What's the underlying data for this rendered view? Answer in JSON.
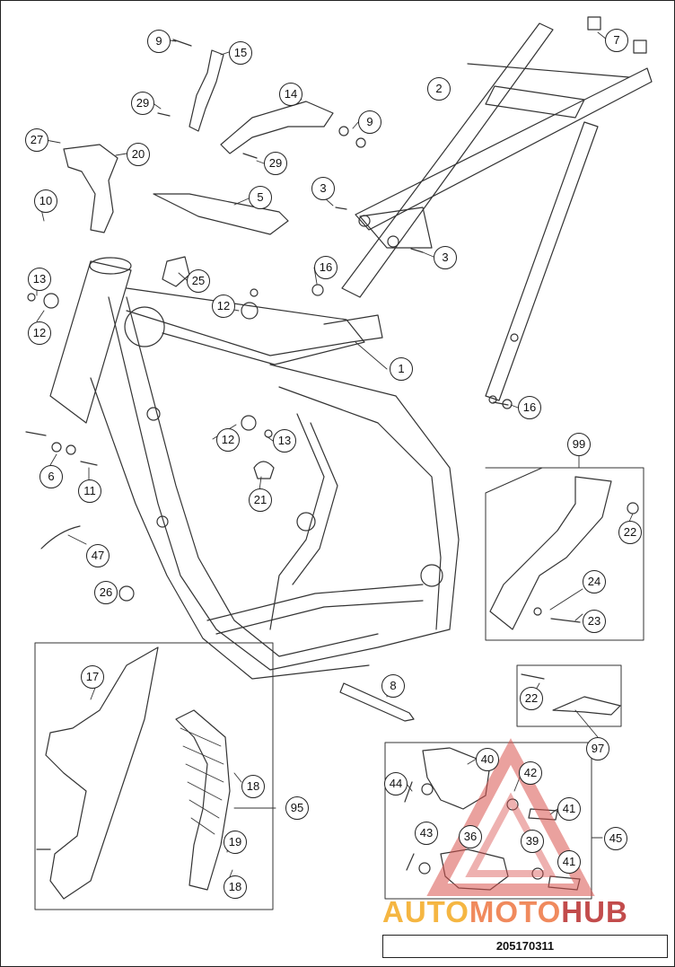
{
  "diagram": {
    "callouts": [
      {
        "id": "c9a",
        "label": "9"
      },
      {
        "id": "c15",
        "label": "15"
      },
      {
        "id": "c29a",
        "label": "29"
      },
      {
        "id": "c27",
        "label": "27"
      },
      {
        "id": "c20",
        "label": "20"
      },
      {
        "id": "c10",
        "label": "10"
      },
      {
        "id": "c14",
        "label": "14"
      },
      {
        "id": "c9b",
        "label": "9"
      },
      {
        "id": "c29b",
        "label": "29"
      },
      {
        "id": "c2",
        "label": "2"
      },
      {
        "id": "c7",
        "label": "7"
      },
      {
        "id": "c3a",
        "label": "3"
      },
      {
        "id": "c3b",
        "label": "3"
      },
      {
        "id": "c5",
        "label": "5"
      },
      {
        "id": "c25",
        "label": "25"
      },
      {
        "id": "c16a",
        "label": "16"
      },
      {
        "id": "c13a",
        "label": "13"
      },
      {
        "id": "c12a",
        "label": "12"
      },
      {
        "id": "c12b",
        "label": "12"
      },
      {
        "id": "c1",
        "label": "1"
      },
      {
        "id": "c16b",
        "label": "16"
      },
      {
        "id": "c12c",
        "label": "12"
      },
      {
        "id": "c13b",
        "label": "13"
      },
      {
        "id": "c6",
        "label": "6"
      },
      {
        "id": "c11",
        "label": "11"
      },
      {
        "id": "c21",
        "label": "21"
      },
      {
        "id": "c99",
        "label": "99"
      },
      {
        "id": "c22a",
        "label": "22"
      },
      {
        "id": "c24",
        "label": "24"
      },
      {
        "id": "c23",
        "label": "23"
      },
      {
        "id": "c47",
        "label": "47"
      },
      {
        "id": "c26",
        "label": "26"
      },
      {
        "id": "c17",
        "label": "17"
      },
      {
        "id": "c8",
        "label": "8"
      },
      {
        "id": "c22b",
        "label": "22"
      },
      {
        "id": "c97",
        "label": "97"
      },
      {
        "id": "c18a",
        "label": "18"
      },
      {
        "id": "c95",
        "label": "95"
      },
      {
        "id": "c19",
        "label": "19"
      },
      {
        "id": "c18b",
        "label": "18"
      },
      {
        "id": "c40",
        "label": "40"
      },
      {
        "id": "c42",
        "label": "42"
      },
      {
        "id": "c44",
        "label": "44"
      },
      {
        "id": "c41a",
        "label": "41"
      },
      {
        "id": "c45",
        "label": "45"
      },
      {
        "id": "c43",
        "label": "43"
      },
      {
        "id": "c36",
        "label": "36"
      },
      {
        "id": "c39",
        "label": "39"
      },
      {
        "id": "c41b",
        "label": "41"
      }
    ],
    "part_number": "205170311"
  },
  "watermark": {
    "brand_a": "AUTO",
    "brand_b": "MOTO",
    "brand_c": "HUB",
    "colors": {
      "auto": "#f5b642",
      "moto": "#f08a5d",
      "hub": "#c24b4b"
    }
  }
}
